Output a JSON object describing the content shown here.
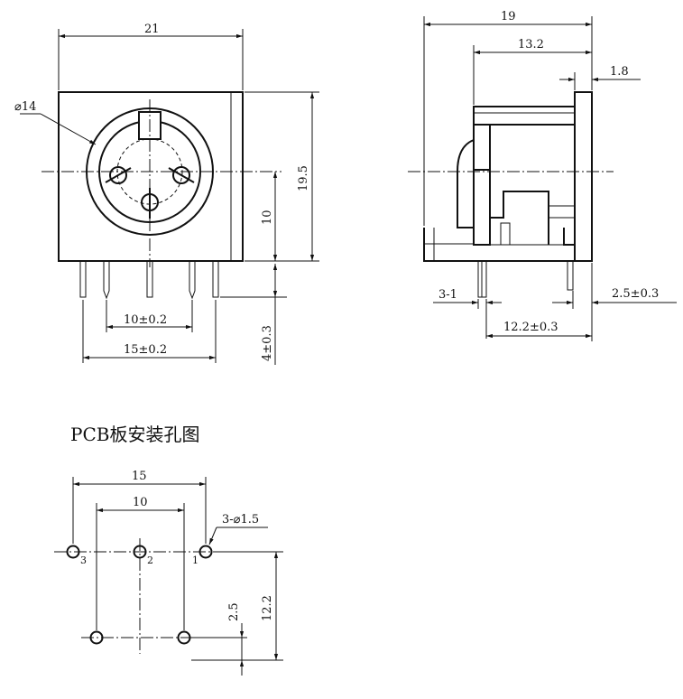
{
  "front_view": {
    "width_label": "21",
    "diameter_label": "⌀14",
    "height_label": "19.5",
    "pin_height_label": "10",
    "pin_length_label": "4±0.3",
    "inner_pitch_label": "10±0.2",
    "outer_pitch_label": "15±0.2"
  },
  "side_view": {
    "depth_label": "19",
    "body_label": "13.2",
    "flange_label": "1.8",
    "pin_count_label": "3-1",
    "pin_offset_label": "2.5±0.3",
    "pin_row_label": "12.2±0.3"
  },
  "pcb_layout": {
    "title": "PCB板安装孔图",
    "outer_pitch_label": "15",
    "inner_pitch_label": "10",
    "hole_spec_label": "3-⌀1.5",
    "row_offset_label": "2.5",
    "row_pitch_label": "12.2",
    "pin_numbers": [
      "3",
      "2",
      "1"
    ]
  }
}
